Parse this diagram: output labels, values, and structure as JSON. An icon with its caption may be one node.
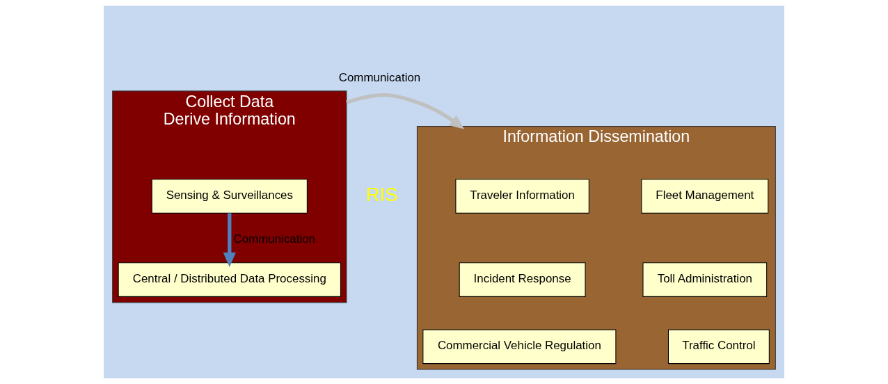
{
  "diagram": {
    "nodes": [
      {
        "text": [
          "Collect Data",
          "Derive Information"
        ]
      },
      {
        "text": [
          "Sensing & Surveillances"
        ],
        "in": 0
      },
      {
        "text": [
          "Central / Distributed Data Processing"
        ],
        "in": 0
      },
      {
        "text": [
          "Information Dissemination"
        ]
      },
      {
        "text": [
          "Traveler Information"
        ],
        "in": 3
      },
      {
        "text": [
          "Fleet Management"
        ],
        "in": 3
      },
      {
        "text": [
          "Incident Response"
        ],
        "in": 3
      },
      {
        "text": [
          "Toll Administration"
        ],
        "in": 3
      },
      {
        "text": [
          "Commercial Vehicle Regulation"
        ],
        "in": 3
      },
      {
        "text": [
          "Traffic Control"
        ],
        "in": 3
      }
    ],
    "edges": [
      {
        "from": 1,
        "to": 2,
        "arrow": "to",
        "label": "Communication",
        "color": "#4f81bd"
      },
      {
        "from": 0,
        "to": 3,
        "arrow": "to",
        "label": "Communication",
        "color": "#c0c0c0"
      }
    ],
    "labels": [
      "RIS"
    ]
  }
}
